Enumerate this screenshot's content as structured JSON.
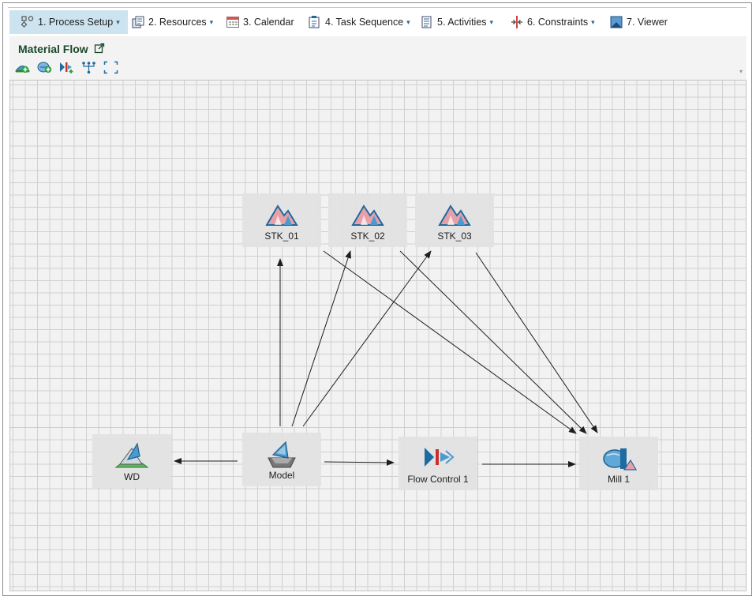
{
  "ribbon": {
    "tabs": [
      {
        "label": "1. Process Setup",
        "dropdown": true,
        "active": true,
        "icon": "process-setup-icon"
      },
      {
        "label": "2. Resources",
        "dropdown": true,
        "active": false,
        "icon": "resources-icon"
      },
      {
        "label": "3. Calendar",
        "dropdown": false,
        "active": false,
        "icon": "calendar-icon"
      },
      {
        "label": "4. Task Sequence",
        "dropdown": true,
        "active": false,
        "icon": "task-sequence-icon"
      },
      {
        "label": "5. Activities",
        "dropdown": true,
        "active": false,
        "icon": "activities-icon"
      },
      {
        "label": "6. Constraints",
        "dropdown": true,
        "active": false,
        "icon": "constraints-icon"
      },
      {
        "label": "7. Viewer",
        "dropdown": false,
        "active": false,
        "icon": "viewer-icon"
      }
    ],
    "dropdown_glyph": "▾"
  },
  "panel": {
    "title": "Material Flow",
    "toolbar": [
      "add-source-icon",
      "add-destination-icon",
      "add-flow-control-icon",
      "auto-layout-icon",
      "fit-view-icon"
    ]
  },
  "graph": {
    "nodes": [
      {
        "id": "stk01",
        "label": "STK_01",
        "type": "stockpile"
      },
      {
        "id": "stk02",
        "label": "STK_02",
        "type": "stockpile"
      },
      {
        "id": "stk03",
        "label": "STK_03",
        "type": "stockpile"
      },
      {
        "id": "wd",
        "label": "WD",
        "type": "waste-dump"
      },
      {
        "id": "model",
        "label": "Model",
        "type": "block-model"
      },
      {
        "id": "fc1",
        "label": "Flow Control 1",
        "type": "flow-control"
      },
      {
        "id": "mill1",
        "label": "Mill 1",
        "type": "mill"
      }
    ],
    "edges": [
      {
        "from": "model",
        "to": "stk01"
      },
      {
        "from": "model",
        "to": "stk02"
      },
      {
        "from": "model",
        "to": "stk03"
      },
      {
        "from": "model",
        "to": "wd"
      },
      {
        "from": "model",
        "to": "fc1"
      },
      {
        "from": "fc1",
        "to": "mill1"
      },
      {
        "from": "stk01",
        "to": "mill1"
      },
      {
        "from": "stk02",
        "to": "mill1"
      },
      {
        "from": "stk03",
        "to": "mill1"
      }
    ],
    "colors": {
      "edge": "#1e1e1e",
      "node_bg": "#e2e2e2",
      "grid": "#d0d0d0",
      "canvas": "#f2f2f2",
      "accent": "#1f6aa0"
    }
  }
}
